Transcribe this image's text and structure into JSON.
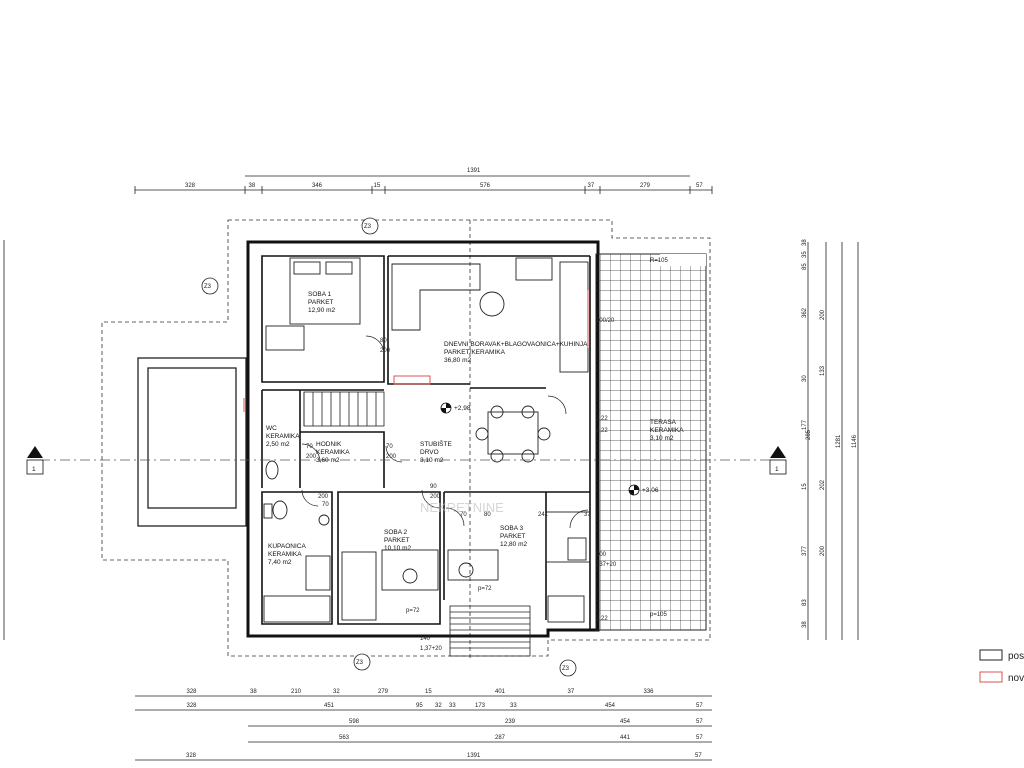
{
  "plan": {
    "dims_top": {
      "total": "1391",
      "parts": [
        "328",
        "38",
        "346",
        "15",
        "576",
        "37",
        "279",
        "57"
      ]
    },
    "dims_bottom": {
      "row1": [
        "328",
        "38",
        "210",
        "32",
        "279",
        "15",
        "401",
        "37",
        "336"
      ],
      "row2": [
        "328",
        "451",
        "95",
        "32",
        "33",
        "173",
        "33",
        "454",
        "57"
      ],
      "row3": [
        "598",
        "239",
        "454",
        "57"
      ],
      "row4": [
        "563",
        "287",
        "441",
        "57"
      ],
      "row5_first": "328",
      "row5_total": "1391",
      "row5_end": "57"
    },
    "dims_right": {
      "col1": [
        "38",
        "35",
        "85",
        "362",
        "30",
        "177",
        "15",
        "377",
        "83",
        "38"
      ],
      "col2": [
        "200",
        "133",
        "202",
        "200"
      ],
      "col3": [
        "285",
        "1281"
      ],
      "col4": [
        "1146"
      ]
    },
    "rooms": {
      "soba1": {
        "name": "SOBA 1",
        "floor": "PARKET",
        "area": "12,90 m2"
      },
      "dnevni": {
        "name": "DNEVNI BORAVAK+BLAGOVAONICA+KUHINJA",
        "floor": "PARKET/KERAMIKA",
        "area": "36,80 m2"
      },
      "wc": {
        "name": "WC",
        "floor": "KERAMIKA",
        "area": "2,50 m2"
      },
      "hodnik": {
        "name": "HODNIK",
        "floor": "KERAMIKA",
        "area": "3,60 m2"
      },
      "stubiste": {
        "name": "STUBIŠTE",
        "floor": "DRVO",
        "area": "3,10 m2"
      },
      "terasa": {
        "name": "TERASA",
        "floor": "KERAMIKA",
        "area": "3,10 m2"
      },
      "kupaonica": {
        "name": "KUPAONICA",
        "floor": "KERAMIKA",
        "area": "7,40 m2"
      },
      "soba2": {
        "name": "SOBA 2",
        "floor": "PARKET",
        "area": "10,10 m2"
      },
      "soba3": {
        "name": "SOBA 3",
        "floor": "PARKET",
        "area": "12,80 m2"
      }
    },
    "markers": {
      "elev1": "+2,98",
      "elev2": "+3,06",
      "section_left": "1",
      "section_right": "1",
      "tag": "Z3"
    },
    "door_labels": [
      "80",
      "200",
      "70",
      "200",
      "200",
      "70",
      "70",
      "200",
      "90",
      "200",
      "70",
      "80",
      "p=72",
      "p=72",
      "241",
      "37"
    ],
    "window_labels": [
      "R=105",
      "200/20",
      "2,22",
      "2,22",
      "200",
      "137+20",
      "2,22",
      "p=105",
      "140",
      "1,37+20"
    ],
    "legend": {
      "item1": {
        "label": "pos",
        "color": "#222222"
      },
      "item2": {
        "label": "nov",
        "color": "#d9534f"
      }
    },
    "watermark": "NEKRETNINE"
  }
}
